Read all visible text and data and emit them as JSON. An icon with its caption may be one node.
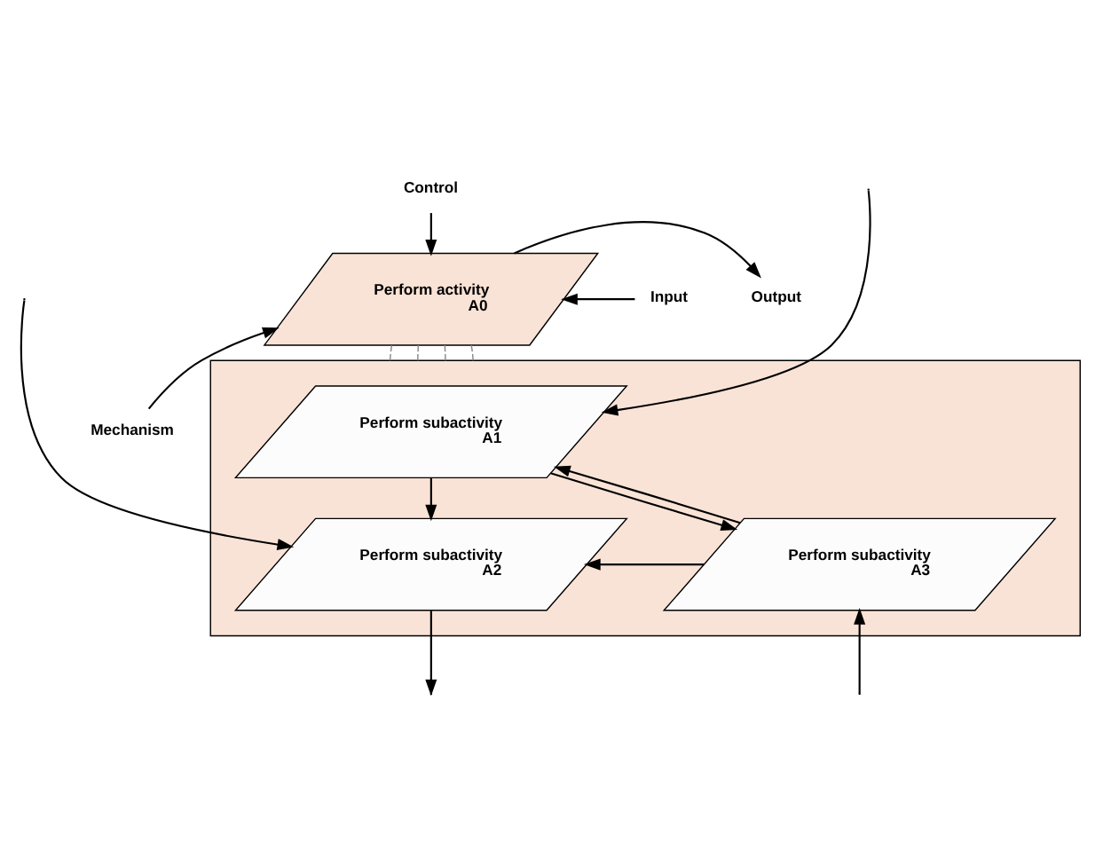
{
  "diagram": {
    "nodes": [
      {
        "text": [
          "Control"
        ]
      },
      {
        "text": [
          "Input"
        ]
      },
      {
        "text": [
          "Perform activity",
          "A0"
        ]
      },
      {
        "text": [
          "Output"
        ]
      },
      {
        "text": [
          "Mechanism"
        ]
      },
      {
        "text": [],
        "shape": "parallelogram"
      },
      {
        "text": [
          "Perform subactivity",
          "A1"
        ],
        "in": 5
      },
      {
        "text": [
          "Perform subactivity",
          "A2"
        ],
        "in": 5
      },
      {
        "text": [
          "Perform subactivity",
          "A3"
        ],
        "in": 5
      }
    ],
    "edges": [
      {
        "from": 0,
        "to": 2,
        "arrow": "to"
      },
      {
        "from": 1,
        "to": 2,
        "arrow": "to"
      },
      {
        "from": 2,
        "to": 3,
        "arrow": "to"
      },
      {
        "from": 4,
        "to": 2,
        "arrow": "to"
      },
      {
        "from": 2,
        "to": 5,
        "arrow": "none",
        "style": "dashed",
        "color": "#888888"
      },
      {
        "from": 2,
        "to": 5,
        "arrow": "none",
        "style": "dashed",
        "color": "#888888"
      },
      {
        "from": 2,
        "to": 5,
        "arrow": "none",
        "style": "dashed",
        "color": "#888888"
      },
      {
        "from": 2,
        "to": 5,
        "arrow": "none",
        "style": "dashed",
        "color": "#888888"
      },
      {
        "from": null,
        "to": 6,
        "arrow": "to"
      },
      {
        "from": null,
        "to": 7,
        "arrow": "to"
      },
      {
        "from": 7,
        "to": null,
        "arrow": "to"
      },
      {
        "from": null,
        "to": 8,
        "arrow": "to"
      },
      {
        "from": 6,
        "to": 7,
        "arrow": "to"
      },
      {
        "from": 6,
        "to": 8,
        "arrow": "to"
      },
      {
        "from": 8,
        "to": 6,
        "arrow": "to"
      },
      {
        "from": 8,
        "to": 7,
        "arrow": "to"
      }
    ]
  }
}
